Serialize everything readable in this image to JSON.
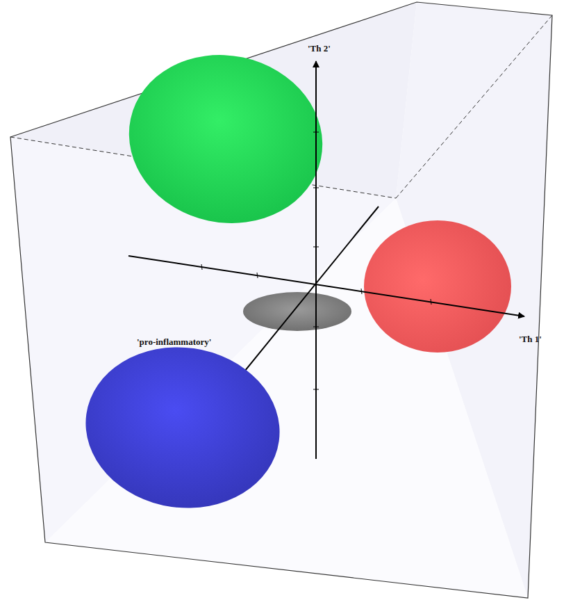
{
  "diagram": {
    "labels": [
      "'Th 2'",
      "'Th 1'",
      "'pro-inflammatory'"
    ]
  }
}
